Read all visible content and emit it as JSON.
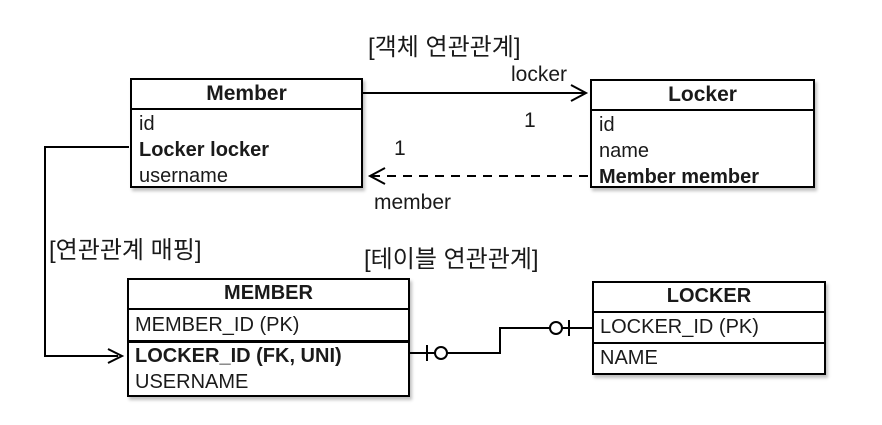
{
  "labels": {
    "object_association": "[객체 연관관계]",
    "association_mapping": "[연관관계 매핑]",
    "table_association": "[테이블 연관관계]"
  },
  "object_diagram": {
    "member_class": {
      "title": "Member",
      "fields": [
        "id",
        "Locker locker",
        "username"
      ]
    },
    "locker_class": {
      "title": "Locker",
      "fields": [
        "id",
        "name",
        "Member member"
      ]
    },
    "to_locker": {
      "label": "locker",
      "multiplicity": "1"
    },
    "to_member": {
      "label": "member",
      "multiplicity": "1"
    }
  },
  "table_diagram": {
    "member_table": {
      "title": "MEMBER",
      "columns": [
        "MEMBER_ID (PK)",
        "LOCKER_ID (FK, UNI)",
        "USERNAME"
      ]
    },
    "locker_table": {
      "title": "LOCKER",
      "columns": [
        "LOCKER_ID (PK)",
        "NAME"
      ]
    }
  },
  "colors": {
    "line": "#000000",
    "background": "#ffffff",
    "text": "#1a1a1a"
  }
}
